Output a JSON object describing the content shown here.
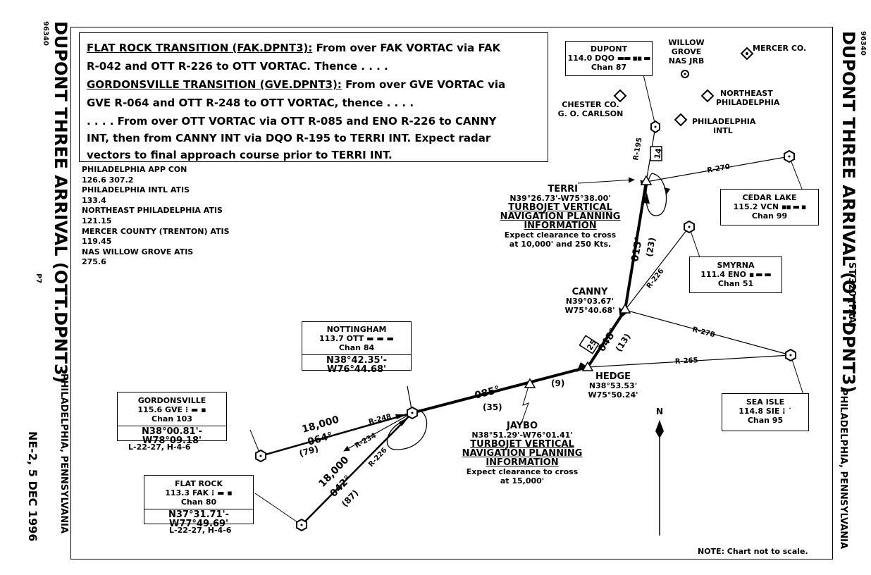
{
  "chart_title_left": "DUPONT THREE ARRIVAL (OTT.DPNT3)",
  "chart_title_right": "DUPONT THREE ARRIVAL (OTT.DPNT3)",
  "chart_number_left": "96340",
  "chart_number_right": "96340",
  "location_left": "PHILADELPHIA, PENNSYLVANIA",
  "location_right": "PHILADELPHIA, PENNSYLVANIA",
  "page_id": "P7",
  "procedure_id": "ST-320 (FAA)",
  "edition": "NE-2, 5 DEC 1996",
  "transitions": {
    "flatrock_title": "FLAT ROCK TRANSITION (FAK.DPNT3):",
    "flatrock_text_1": "From over FAK VORTAC via FAK",
    "flatrock_text_2": "R-042 and OTT R-226 to OTT VORTAC. Thence . . . .",
    "gordonsville_title": "GORDONSVILLE TRANSITION (GVE.DPNT3):",
    "gordonsville_text_1": "From over GVE VORTAC via",
    "gordonsville_text_2": "GVE R-064 and OTT R-248 to OTT VORTAC, thence . . . .",
    "arrival_text_1": ". . . . From over OTT VORTAC via OTT R-085 and ENO R-226 to CANNY",
    "arrival_text_2": "INT, then from CANNY INT via DQO R-195 to TERRI INT. Expect radar",
    "arrival_text_3": "vectors to final approach course prior to TERRI INT."
  },
  "frequencies": [
    "PHILADELPHIA APP CON",
    "126.6  307.2",
    "PHILADELPHIA INTL ATIS",
    "133.4",
    "NORTHEAST PHILADELPHIA ATIS",
    "121.15",
    "MERCER COUNTY (TRENTON) ATIS",
    "119.45",
    "NAS WILLOW GROVE ATIS",
    "275.6"
  ],
  "navaids": {
    "dupont": {
      "name": "DUPONT",
      "freq": "114.0 DQO",
      "chan": "Chan 87"
    },
    "cedarlake": {
      "name": "CEDAR LAKE",
      "freq": "115.2 VCN",
      "chan": "Chan 99"
    },
    "smyrna": {
      "name": "SMYRNA",
      "freq": "111.4 ENO",
      "chan": "Chan 51"
    },
    "seaisle": {
      "name": "SEA ISLE",
      "freq": "114.8 SIE",
      "chan": "Chan 95"
    },
    "nottingham": {
      "name": "NOTTINGHAM",
      "freq": "113.7 OTT",
      "chan": "Chan 84",
      "coord": "N38°42.35'-W76°44.68'"
    },
    "gordonsville": {
      "name": "GORDONSVILLE",
      "freq": "115.6 GVE",
      "chan": "Chan 103",
      "coord": "N38°00.81'-W78°09.18'",
      "ref": "L-22-27, H-4-6"
    },
    "flatrock": {
      "name": "FLAT ROCK",
      "freq": "113.3 FAK",
      "chan": "Chan 80",
      "coord": "N37°31.71'-W77°49.69'",
      "ref": "L-22-27, H-4-6"
    }
  },
  "fixes": {
    "terri": {
      "name": "TERRI",
      "coord": "N39°26.73'-W75°38.00'",
      "note_title_1": "TURBOJET VERTICAL",
      "note_title_2": "NAVIGATION PLANNING",
      "note_title_3": "INFORMATION",
      "note_1": "Expect clearance to cross",
      "note_2": "at 10,000' and 250 Kts."
    },
    "canny": {
      "name": "CANNY",
      "coord_1": "N39°03.67'",
      "coord_2": "W75°40.68'"
    },
    "hedge": {
      "name": "HEDGE",
      "coord_1": "N38°53.53'",
      "coord_2": "W75°50.24'"
    },
    "jaybo": {
      "name": "JAYBO",
      "coord": "N38°51.29'-W76°01.41'",
      "note_title_1": "TURBOJET VERTICAL",
      "note_title_2": "NAVIGATION PLANNING",
      "note_title_3": "INFORMATION",
      "note_1": "Expect clearance to cross",
      "note_2": "at 15,000'"
    }
  },
  "airports": {
    "willowgrove_1": "WILLOW",
    "willowgrove_2": "GROVE",
    "willowgrove_3": "NAS JRB",
    "mercer": "MERCER CO.",
    "northeast_1": "NORTHEAST",
    "northeast_2": "PHILADELPHIA",
    "chester_1": "CHESTER CO.",
    "chester_2": "G. O. CARLSON",
    "philadelphia_1": "PHILADELPHIA",
    "philadelphia_2": "INTL"
  },
  "route_labels": {
    "r195": "R-195",
    "seg14": "14",
    "r270": "R-270",
    "hdg015": "015°",
    "seg23": "(23)",
    "r226_eno": "R-226",
    "r278": "R-278",
    "hdg048": "048°",
    "seg13": "(13)",
    "mea25": "25",
    "r265": "R-265",
    "hdg085": "085°",
    "seg35": "(35)",
    "seg9": "(9)",
    "r248": "R-248",
    "r234": "R-234",
    "r226_ott": "R-226",
    "alt_gve": "18,000",
    "hdg064": "064°",
    "seg79": "(79)",
    "alt_fak": "18,000",
    "hdg042": "042°",
    "seg87": "(87)"
  },
  "north": "N",
  "note": "NOTE: Chart not to scale."
}
